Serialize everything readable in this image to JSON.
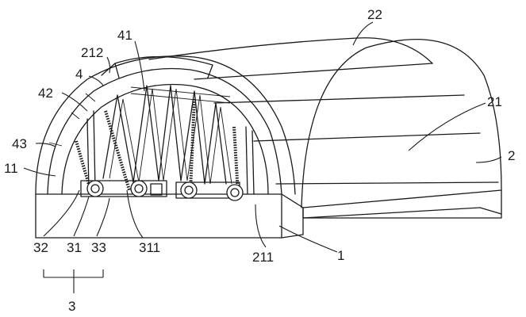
{
  "labels": {
    "l22": "22",
    "l41": "41",
    "l212": "212",
    "l4": "4",
    "l42": "42",
    "l21": "21",
    "l43": "43",
    "l2": "2",
    "l11": "11",
    "l32": "32",
    "l31": "31",
    "l33": "33",
    "l311": "311",
    "l211": "211",
    "l1": "1",
    "l3": "3"
  },
  "colors": {
    "line": "#1a1a1a",
    "background": "#ffffff"
  }
}
